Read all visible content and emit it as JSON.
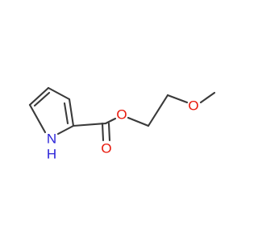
{
  "molecule": {
    "atoms": {
      "nh": {
        "symbol": "N",
        "h_label": "H",
        "color": "#2a22d8"
      },
      "o_carbonyl": {
        "symbol": "O",
        "color": "#e8180b"
      },
      "o_ester": {
        "symbol": "O",
        "color": "#e8180b"
      },
      "o_ether": {
        "symbol": "O",
        "color": "#e8180b"
      }
    },
    "bond_color": "#3a3a3a"
  }
}
